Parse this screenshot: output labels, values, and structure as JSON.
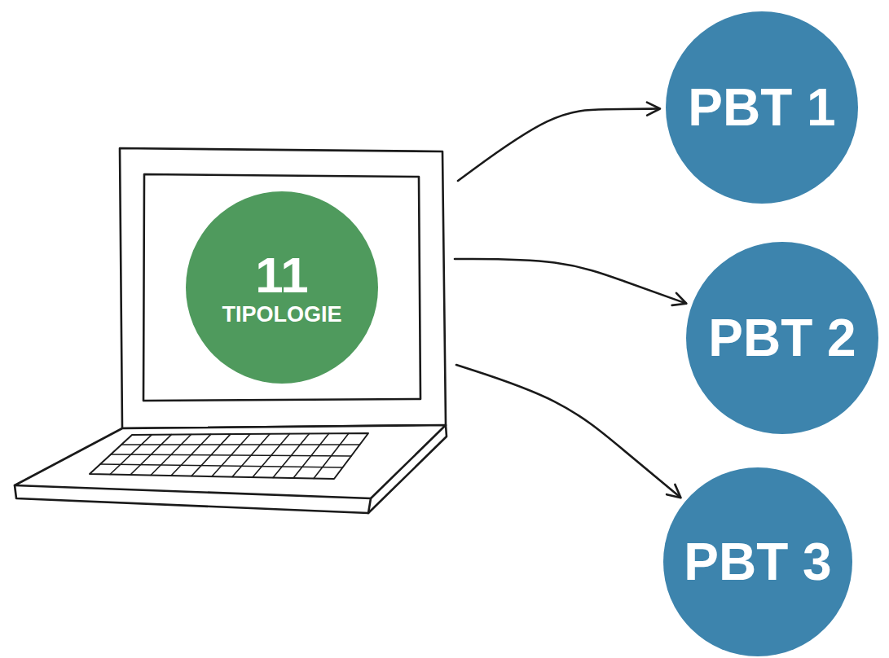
{
  "diagram": {
    "nodes": [
      {
        "text": [
          "11",
          "TIPOLOGIE"
        ]
      },
      {
        "text": [
          "PBT 1"
        ]
      },
      {
        "text": [
          "PBT 2"
        ]
      },
      {
        "text": [
          "PBT 3"
        ]
      }
    ],
    "edges": [
      {
        "from": 0,
        "to": 1,
        "arrow": "to"
      },
      {
        "from": 0,
        "to": 2,
        "arrow": "to"
      },
      {
        "from": 0,
        "to": 3,
        "arrow": "to"
      }
    ]
  }
}
